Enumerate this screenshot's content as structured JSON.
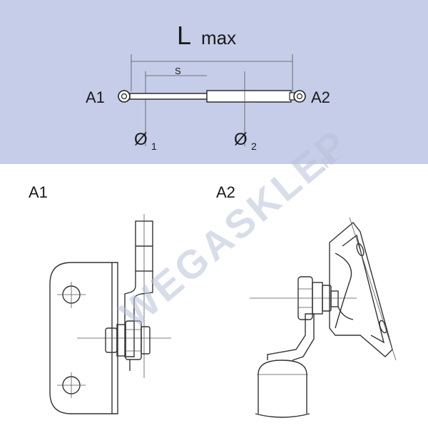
{
  "top_panel": {
    "background": "#c5cde8"
  },
  "labels": {
    "length_main": "L",
    "length_sub": "max",
    "stroke": "S",
    "end_left": "A1",
    "end_right": "A2",
    "diameter_symbol": "Ø",
    "diameter_1_sub": "1",
    "diameter_2_sub": "2"
  },
  "details": {
    "a1_title": "A1",
    "a2_title": "A2"
  },
  "watermark": {
    "brand": "WEGASKLEP",
    "suffix": ".PL"
  }
}
